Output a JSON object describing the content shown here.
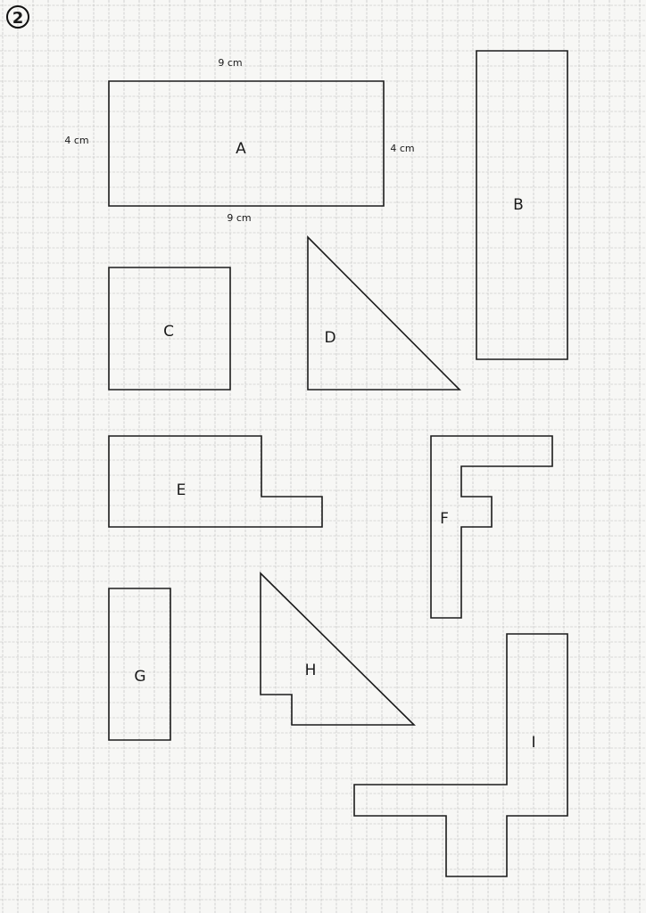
{
  "page_number": "2",
  "dimensions": {
    "top": "9 cm",
    "bottom": "9 cm",
    "left": "4 cm",
    "right": "4 cm"
  },
  "shapes": {
    "A": "A",
    "B": "B",
    "C": "C",
    "D": "D",
    "E": "E",
    "F": "F",
    "G": "G",
    "H": "H",
    "I": "I"
  },
  "colors": {
    "paper": "#f7f7f5",
    "grid": "#b9b9b9",
    "ink": "#1c1c1c"
  }
}
